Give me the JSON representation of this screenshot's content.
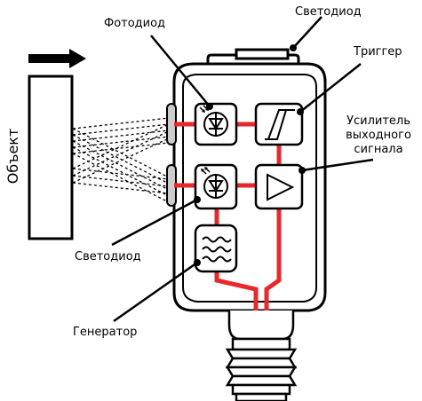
{
  "diagram": {
    "object_label": "Объект",
    "labels": {
      "photodiode": "Фотодиод",
      "led_top": "Светодиод",
      "trigger": "Триггер",
      "amplifier_line1": "Усилитель",
      "amplifier_line2": "выходного",
      "amplifier_line3": "сигнала",
      "led_left": "Светодиод",
      "generator": "Генератор"
    },
    "colors": {
      "signal": "#e8282b",
      "outline": "#000000",
      "background": "#ffffff"
    },
    "icons": [
      "arrow-right-icon",
      "photodiode-icon",
      "led-icon",
      "trigger-icon",
      "amplifier-icon",
      "generator-icon"
    ]
  }
}
